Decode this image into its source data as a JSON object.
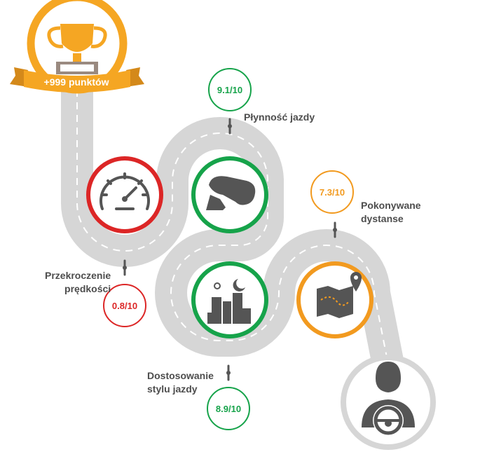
{
  "reward": {
    "text": "+999 punktów"
  },
  "metrics": {
    "plynnosc": {
      "label": "Płynność jazdy",
      "score": "9.1/10"
    },
    "predkosc": {
      "label_line1": "Przekroczenie",
      "label_line2": "prędkości",
      "score": "0.8/10"
    },
    "dystanse": {
      "label_line1": "Pokonywane",
      "label_line2": "dystanse",
      "score": "7.3/10"
    },
    "styl": {
      "label_line1": "Dostosowanie",
      "label_line2": "stylu jazdy",
      "score": "8.9/10"
    }
  },
  "colors": {
    "green": "#16a34a",
    "red": "#dc2626",
    "orange": "#f29a1f",
    "gold": "#f5a623",
    "road": "#d9d9d9",
    "icon": "#555555"
  },
  "icons": [
    "trophy-icon",
    "speedometer-icon",
    "pedal-icon",
    "city-icon",
    "map-icon",
    "driver-icon"
  ]
}
